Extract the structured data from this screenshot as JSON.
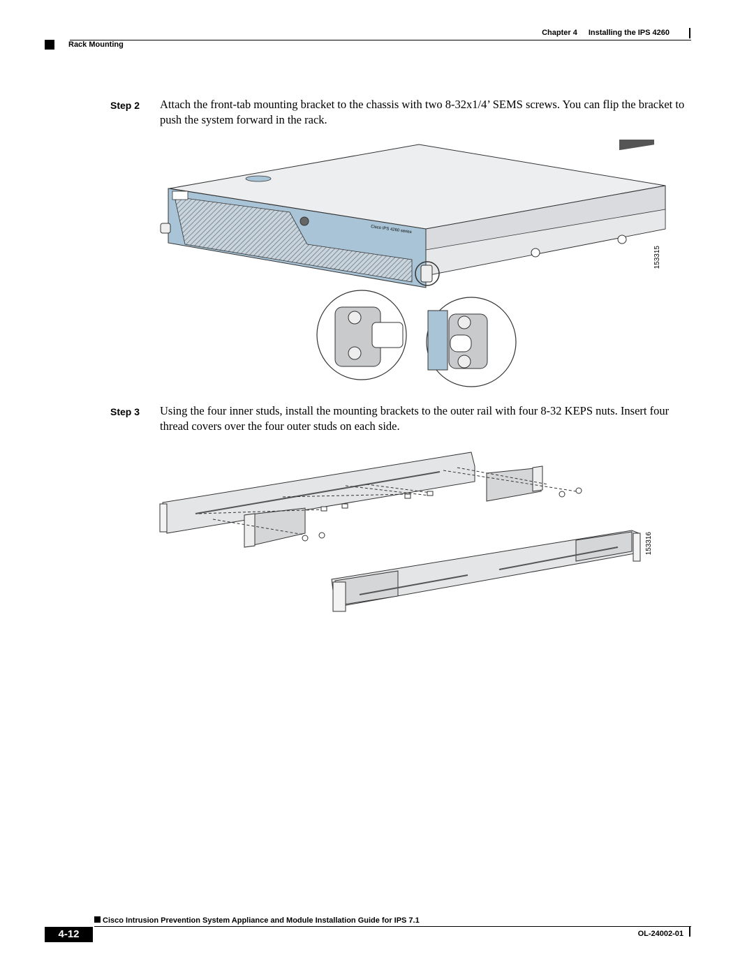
{
  "header": {
    "chapter": "Chapter 4",
    "chapter_title": "Installing the IPS 4260",
    "section": "Rack Mounting"
  },
  "steps": [
    {
      "label": "Step 2",
      "text": "Attach the front-tab mounting bracket to the chassis with two 8-32x1/4’ SEMS screws. You can flip the bracket to push the system forward in the rack."
    },
    {
      "label": "Step 3",
      "text": "Using the four inner studs, install the mounting brackets to the outer rail with four 8-32 KEPS nuts. Insert four thread covers over the four outer studs on each side."
    }
  ],
  "figures": [
    {
      "id": "153315",
      "device_label": "Cisco IPS 4260 series"
    },
    {
      "id": "153316"
    }
  ],
  "footer": {
    "title": "Cisco Intrusion Prevention System Appliance and Module Installation Guide for IPS 7.1",
    "page": "4-12",
    "doc_number": "OL-24002-01"
  },
  "colors": {
    "bezel_blue": "#a9c4d6",
    "chassis_gray": "#e4e5e7",
    "outline": "#333333"
  }
}
